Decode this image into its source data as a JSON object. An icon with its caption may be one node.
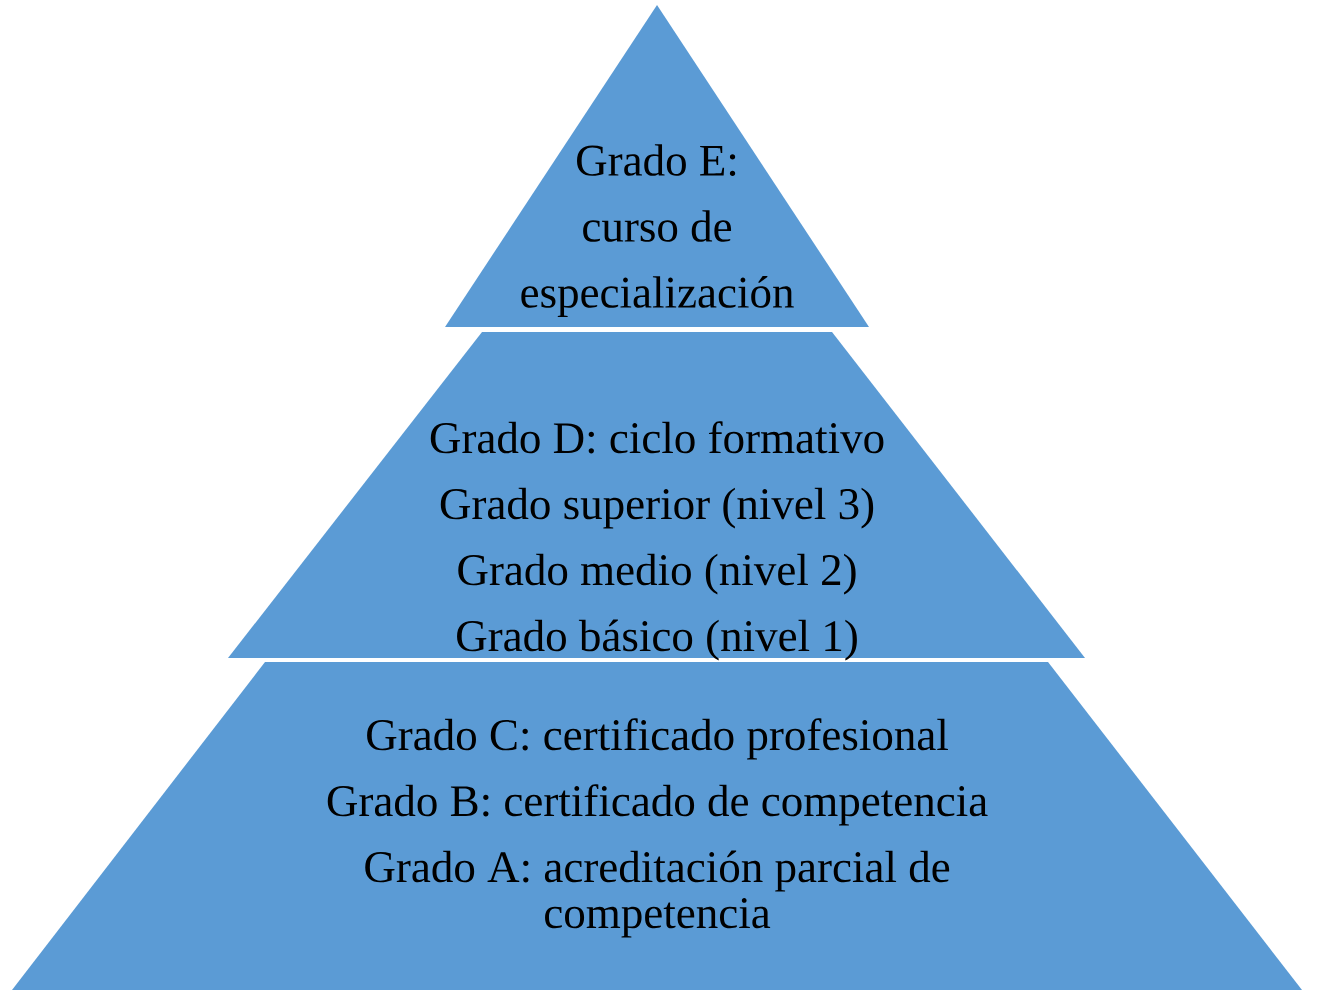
{
  "diagram": {
    "nodes": [
      {
        "text": [
          "Grado E: curso de especialización"
        ]
      },
      {
        "text": [
          "Grado D: ciclo formativo",
          "Grado superior (nivel 3)",
          "Grado medio (nivel 2)",
          "Grado básico (nivel 1)"
        ]
      },
      {
        "text": [
          "Grado C: certificado profesional",
          "Grado B: certificado de competencia",
          "Grado A: acreditación parcial de competencia"
        ]
      }
    ]
  }
}
